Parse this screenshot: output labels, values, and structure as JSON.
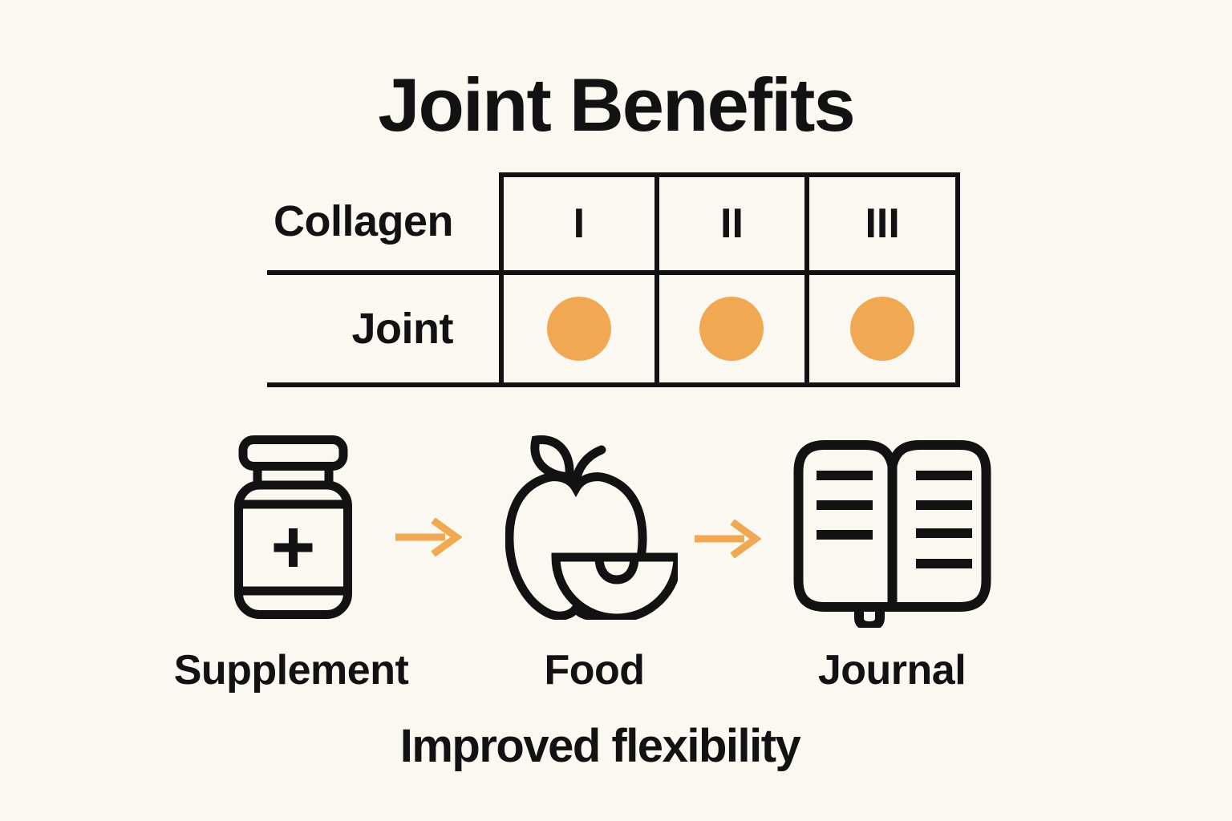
{
  "title": "Joint Benefits",
  "colors": {
    "background": "#FAF8F0",
    "ink": "#121212",
    "accent_orange": "#F0A952"
  },
  "table": {
    "row_headers": [
      "Collagen",
      "Joint"
    ],
    "columns": [
      "I",
      "II",
      "III"
    ],
    "marks": [
      "dot",
      "dot",
      "dot"
    ],
    "mark_meaning": "orange-filled-circle"
  },
  "flow": {
    "steps": [
      {
        "label": "Supplement",
        "icon": "supplement-bottle-icon"
      },
      {
        "label": "Food",
        "icon": "apple-icon"
      },
      {
        "label": "Journal",
        "icon": "journal-icon"
      }
    ],
    "connector": "arrow-right-icon"
  },
  "caption": "Improved flexibility"
}
